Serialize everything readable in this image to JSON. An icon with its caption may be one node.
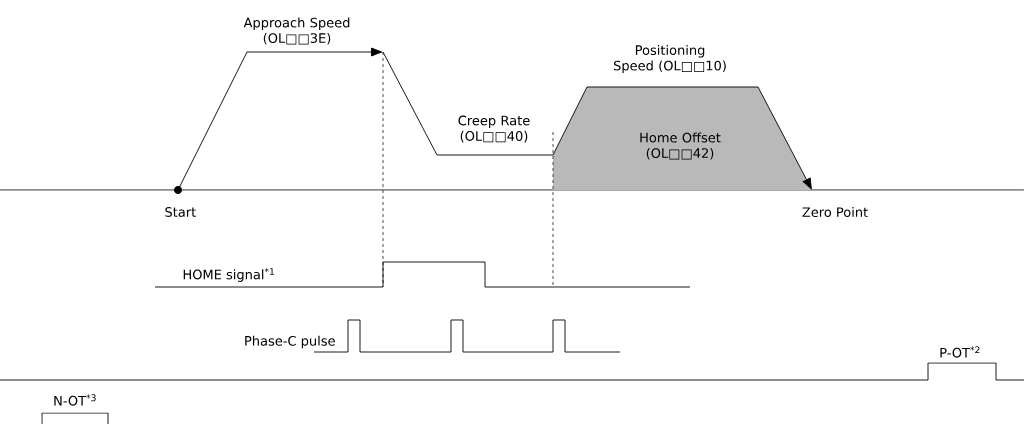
{
  "diagram": {
    "labels": [
      "Approach Speed (OL□□3E)",
      "Positioning Speed (OL□□10)",
      "Creep Rate (OL□□40)",
      "Home Offset (OL□□42)",
      "Start",
      "Zero Point",
      "HOME signal$^{*1}$",
      "Phase-C pulse",
      "P-OT$^{*2}$",
      "N-OT$^{*3}$"
    ]
  }
}
